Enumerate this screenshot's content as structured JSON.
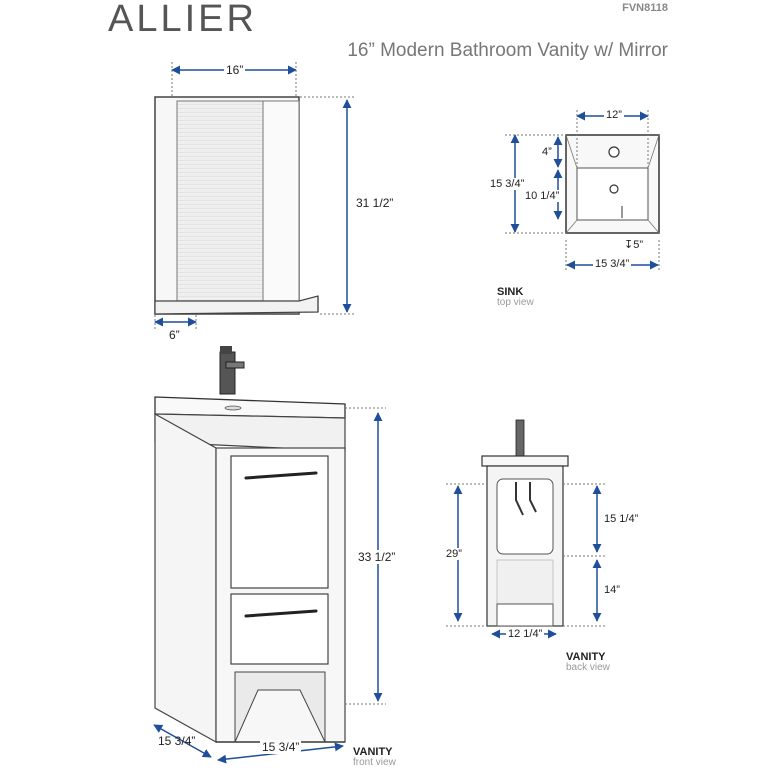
{
  "header": {
    "brand": "ALLIER",
    "model": "FVN8118",
    "subtitle": "16” Modern Bathroom Vanity w/ Mirror"
  },
  "mirror": {
    "width": "16”",
    "height": "31 1/2”",
    "depth": "6”"
  },
  "sink": {
    "width": "12”",
    "top_offset": "4”",
    "height": "15 3/4”",
    "basin_height": "10 1/4”",
    "drain_depth": "5”",
    "bottom_width": "15 3/4”",
    "caption_title": "SINK",
    "caption_sub": "top view"
  },
  "vanity_front": {
    "height": "33 1/2”",
    "depth": "15 3/4”",
    "width": "15 3/4”",
    "caption_title": "VANITY",
    "caption_sub": "front view"
  },
  "vanity_back": {
    "total_height": "29”",
    "upper_height": "15 1/4”",
    "lower_height": "14”",
    "width": "12 1/4”",
    "caption_title": "VANITY",
    "caption_sub": "back view"
  },
  "colors": {
    "dimension_line": "#1f4e9a",
    "outline": "#444444",
    "cabinet": "#e9e9e9"
  }
}
